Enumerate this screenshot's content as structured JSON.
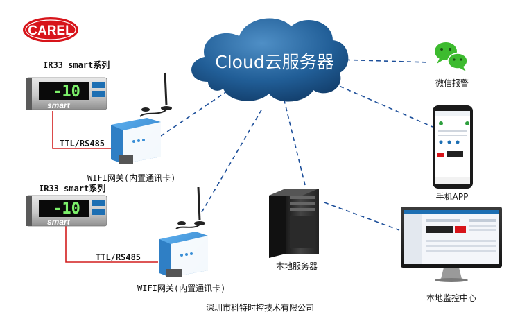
{
  "brand": {
    "logo_text": "CAREL"
  },
  "cloud": {
    "label": "Cloud云服务器"
  },
  "controllers": [
    {
      "series_label": "IR33 smart系列",
      "display": "-10",
      "badge": "smart"
    },
    {
      "series_label": "IR33 smart系列",
      "display": "-10",
      "badge": "smart"
    }
  ],
  "links": [
    {
      "label": "TTL/RS485"
    },
    {
      "label": "TTL/RS485"
    }
  ],
  "gateways": [
    {
      "label": "WIFI网关(内置通讯卡)"
    },
    {
      "label": "WIFI网关(内置通讯卡)"
    }
  ],
  "endpoints": {
    "wechat": "微信报警",
    "phone": "手机APP",
    "server": "本地服务器",
    "monitor": "本地监控中心"
  },
  "footer": {
    "company": "深圳市科特时控技术有限公司"
  },
  "colors": {
    "cloud": "#1f5e96",
    "dashed": "#1d4f9a",
    "wire": "#d21e1e",
    "gateway": "#3a8fd6",
    "carel": "#d7141a",
    "wechat": "#3dbb2f"
  }
}
